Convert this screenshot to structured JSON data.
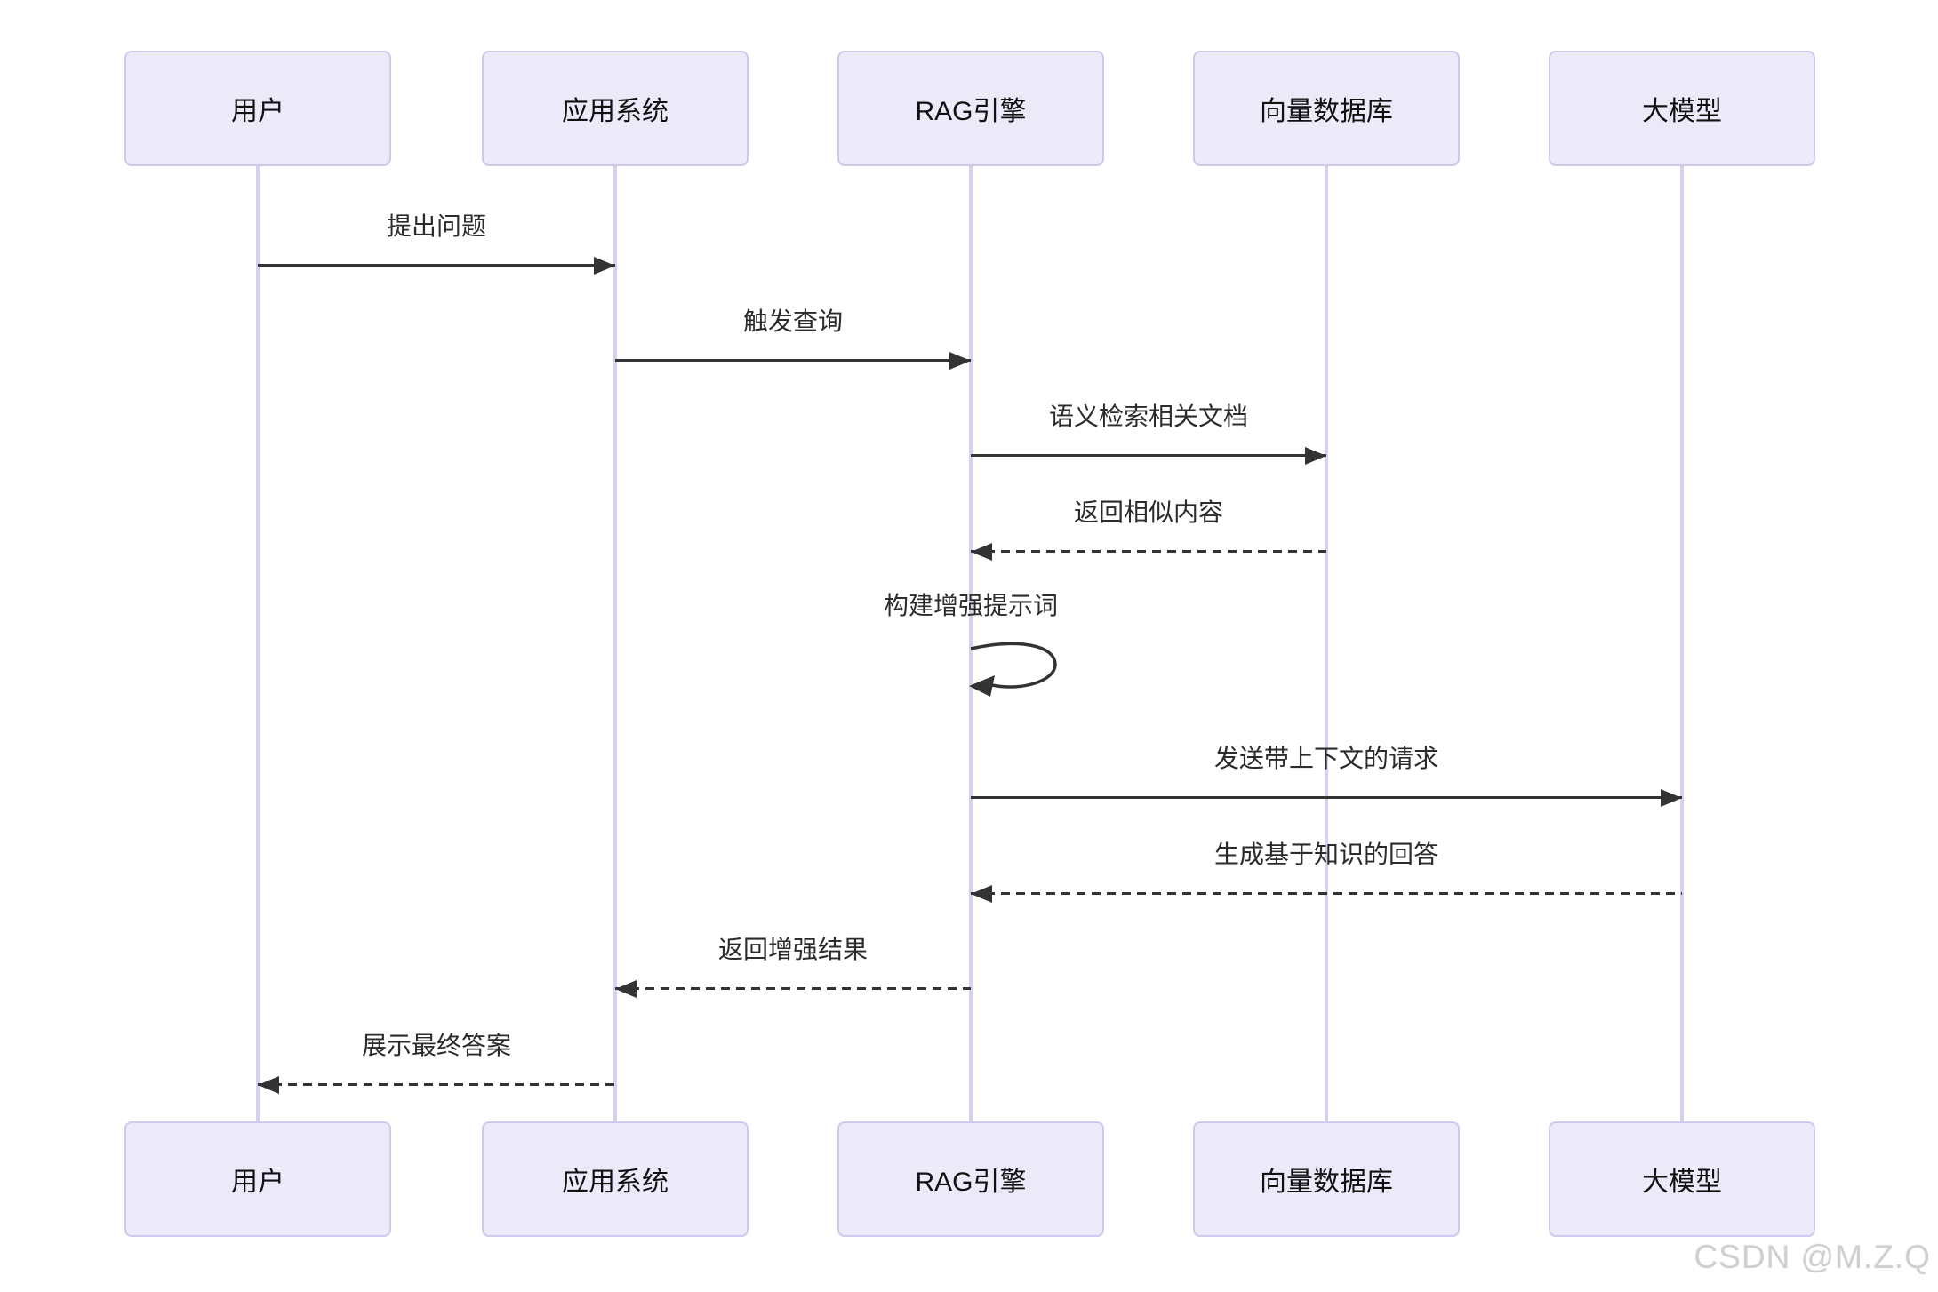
{
  "diagram": {
    "type": "sequence",
    "actors": [
      {
        "id": "user",
        "label": "用户"
      },
      {
        "id": "app",
        "label": "应用系统"
      },
      {
        "id": "rag",
        "label": "RAG引擎"
      },
      {
        "id": "vectordb",
        "label": "向量数据库"
      },
      {
        "id": "llm",
        "label": "大模型"
      }
    ],
    "messages": [
      {
        "label": "提出问题",
        "from": "用户",
        "to": "应用系统",
        "line": "solid",
        "direction": "right"
      },
      {
        "label": "触发查询",
        "from": "应用系统",
        "to": "RAG引擎",
        "line": "solid",
        "direction": "right"
      },
      {
        "label": "语义检索相关文档",
        "from": "RAG引擎",
        "to": "向量数据库",
        "line": "solid",
        "direction": "right"
      },
      {
        "label": "返回相似内容",
        "from": "向量数据库",
        "to": "RAG引擎",
        "line": "dashed",
        "direction": "left"
      },
      {
        "label": "构建增强提示词",
        "from": "RAG引擎",
        "to": "RAG引擎",
        "line": "solid",
        "direction": "self"
      },
      {
        "label": "发送带上下文的请求",
        "from": "RAG引擎",
        "to": "大模型",
        "line": "solid",
        "direction": "right"
      },
      {
        "label": "生成基于知识的回答",
        "from": "大模型",
        "to": "RAG引擎",
        "line": "dashed",
        "direction": "left"
      },
      {
        "label": "返回增强结果",
        "from": "RAG引擎",
        "to": "应用系统",
        "line": "dashed",
        "direction": "left"
      },
      {
        "label": "展示最终答案",
        "from": "应用系统",
        "to": "用户",
        "line": "dashed",
        "direction": "left"
      }
    ],
    "colors": {
      "actor_fill": "#ECEAF9",
      "actor_border": "#CFC9ED",
      "lifeline": "#D8D0F0",
      "arrow": "#333333",
      "label_text": "#2b2b2b",
      "watermark_text": "#cfcfcf",
      "background": "#ffffff"
    },
    "watermark": "CSDN @M.Z.Q"
  }
}
